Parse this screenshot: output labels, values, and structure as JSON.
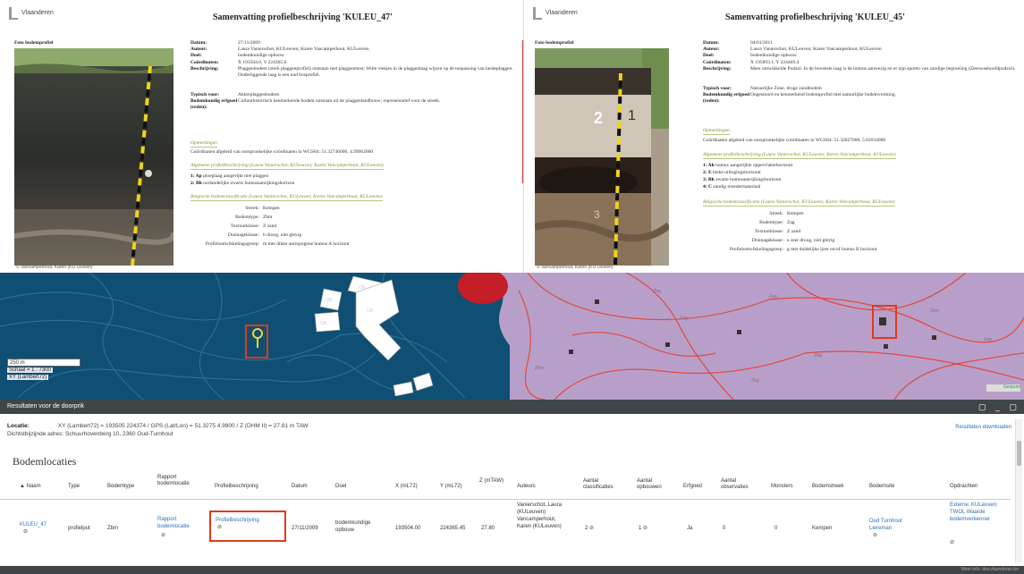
{
  "report_left": {
    "logo_text": "Vlaanderen",
    "title": "Samenvatting profielbeschrijving 'KULEU_47'",
    "photo_caption": "Foto bodemprofiel",
    "photo_footer": "© Vancamperhout, Karen (KU Leuven)",
    "meta": [
      {
        "k": "Datum:",
        "v": "27/11/2009"
      },
      {
        "k": "Auteur:",
        "v": "Laura Vanierschot, KULeuven; Karen Vancamperhout, KULeuven"
      },
      {
        "k": "Doel:",
        "v": "bodemkundige opboow"
      },
      {
        "k": "Coördinaten:",
        "v": "X 193504.0, Y 224365.6"
      },
      {
        "k": "Beschrijving:",
        "v": "Plaggenbodem (sterk plaggenprofiel) ontstaan met plaggenmest; Witte vlekjes in de plaggenlaag wijzen op de toepassing van heideplaggen. Onderliggende laag is een oud bosprofiel."
      },
      {
        "k": "Typisch voor:",
        "v": "Akkerplaggenbodem"
      },
      {
        "k": "Bodemkundig erfgoed (reden):",
        "v": "Cultuurhistorisch kenmerkende bodem ontstaan uit de plaggenlandbouw; representatief voor de streek."
      }
    ],
    "sec1": "Opmerkingen",
    "line1": "Coördinaten afgeleid van oorspronkelijke coördinaten in WGS84: 51.32746000, 4.99002000",
    "sec2": "Algemene profielbeschrijving (Laura Vanierschot, KULeuven; Karen Vancamperhout, KULeuven)",
    "horizons": [
      {
        "code": "1: Ap",
        "desc": "ploeglaag aangerijkt met plaggen"
      },
      {
        "code": "2: Bh",
        "desc": "oorlandelijke zwarte humusaanrijkingshorizon"
      }
    ],
    "sec3": "Belgische bodemclassificatie (Laura Vanierschot, KULeuven; Karen Vancamperhout, KULeuven)",
    "classif": [
      {
        "k": "Streek:",
        "v": "Kempen"
      },
      {
        "k": "Bodemtype:",
        "v": "Zbm"
      },
      {
        "k": "Textuurklasse:",
        "v": "Z   zand"
      },
      {
        "k": "Drainageklasse:",
        "v": "b   droog, niet gleyig"
      },
      {
        "k": "Profielontwikkelingsgroep:",
        "v": "m   met dikke antropogene humus A horizont"
      }
    ]
  },
  "report_right": {
    "logo_text": "Vlaanderen",
    "title": "Samenvatting profielbeschrijving 'KULEU_45'",
    "photo_caption": "Foto bodemprofiel",
    "photo_footer": "© Vancamperhout, Karen (KU Leuven)",
    "meta": [
      {
        "k": "Datum:",
        "v": "04/01/2011"
      },
      {
        "k": "Auteur:",
        "v": "Laura Vanierschot, KULeuven; Karen Vancamperhout, KULeuven"
      },
      {
        "k": "Doel:",
        "v": "bodemkundige opboow"
      },
      {
        "k": "Coördinaten:",
        "v": "X 195893.1, Y 224469.4"
      },
      {
        "k": "Beschrijving:",
        "v": "Meer ontwikkelde Podzol. In de bovenste laag is de humus aanwezig en er zijn sporen van zandige begroeiing (Zeeuwsehoofdpodzol)."
      },
      {
        "k": "Typisch voor:",
        "v": "Natuurlijke Zone, droge zandbodem"
      },
      {
        "k": "Bodemkundig erfgoed (reden):",
        "v": "Ongestoord en kenmerkend bodemprofiel met natuurlijke bodemvorming."
      }
    ],
    "sec1": "Opmerkingen",
    "line1": "Coördinaten afgeleid van oorspronkelijke coördinaten in WGS84: 51.32827000, 5.02034000",
    "sec2": "Algemene profielbeschrijving (Laura Vanierschot, KULeuven; Karen Vancamperhout, KULeuven)",
    "horizons": [
      {
        "code": "1: Ah",
        "desc": "humus aangerijkte oppervlaktehorizont"
      },
      {
        "code": "2: E",
        "desc": "bleke uitlogingshorizont"
      },
      {
        "code": "3: Bh",
        "desc": "zwarte humusaanrijkingshorizont"
      },
      {
        "code": "4: C",
        "desc": "zandig moedermateriaal"
      }
    ],
    "sec3": "Belgische bodemclassificatie (Laura Vanierschot, KULeuven; Karen Vancamperhout, KULeuven)",
    "classif": [
      {
        "k": "Streek:",
        "v": "Kempen"
      },
      {
        "k": "Bodemtype:",
        "v": "Zag"
      },
      {
        "k": "Textuurklasse:",
        "v": "Z   zand"
      },
      {
        "k": "Drainageklasse:",
        "v": "a   zeer droog, niet gleyig"
      },
      {
        "k": "Profielontwikkelingsgroep:",
        "v": "g   met duidelijke ijzer en/of humus B horizont"
      }
    ]
  },
  "map": {
    "labels_left": [
      "OB",
      "OB",
      "OB",
      "OB"
    ],
    "labels_right": [
      "Zbg",
      "Zag",
      "Zbm",
      "Zag",
      "Zbg",
      "Zbm",
      "Zag",
      "Zbg"
    ],
    "scale_bar": "250 m",
    "scale_text": "Schaal = 1 : 7300",
    "coord_text": "XY (Lambert72)",
    "attribution": "Geopunt",
    "colors": {
      "left": "#0e4f73",
      "right": "#b89fc9",
      "contour": "#e2483c",
      "highlight": "#e03a1c"
    }
  },
  "panel": {
    "header": "Resultaten voor de doorprik",
    "controls": "▢ _ ▢",
    "locatie_label": "Locatie:",
    "locatie_value": "XY (Lambert72) = 193505 224374 / GPS (Lat/Lon) = 51.3275 4.9900 / Z (DHM II) = 27.81 m TAW",
    "adres_label": "Dichtstbijzijnde adres:",
    "adres_value": "Schuurhovenberg 10, 2360 Oud-Turnhout",
    "download": "Resultaten downloaden",
    "section": "Bodemlocaties",
    "columns": [
      "▲ Naam",
      "Type",
      "Bodemtype",
      "Rapport bodemlocatie",
      "Profielbeschrijving",
      "Datum",
      "Doel",
      "X (mL72)",
      "Y (mL72)",
      "Z (mTAW)",
      "Auteurs",
      "Aantal classificaties",
      "Aantal opbouwen",
      "Erfgoed",
      "Aantal observaties",
      "Monsters",
      "Bodemstreek",
      "Bodemsite",
      "Opdrachten"
    ],
    "row": {
      "naam": "KULEU_47",
      "type": "profielput",
      "bodemtype": "Zbm",
      "rapport": "Rapport bodemlocatie",
      "profiel": "Profielbeschrijving",
      "datum": "27/11/2009",
      "doel": "bodemkundige opbouw",
      "x": "193504.00",
      "y": "224365.45",
      "z": "27.80",
      "auteurs": "Vanierschot, Laura (KULeuven) Vancamperhout, Karen (KULeuven)",
      "classificaties": "2",
      "opbouwen": "1",
      "erfgoed": "Ja",
      "observaties": "0",
      "monsters": "0",
      "bodemstreek": "Kempen",
      "bodemsite": "Oud Turnhout Liereman",
      "opdrachten": "Externe: KULeuven; TWOL Waarde bodemverkenner"
    }
  },
  "footer_text": "Meer info: dov.vlaanderen.be"
}
